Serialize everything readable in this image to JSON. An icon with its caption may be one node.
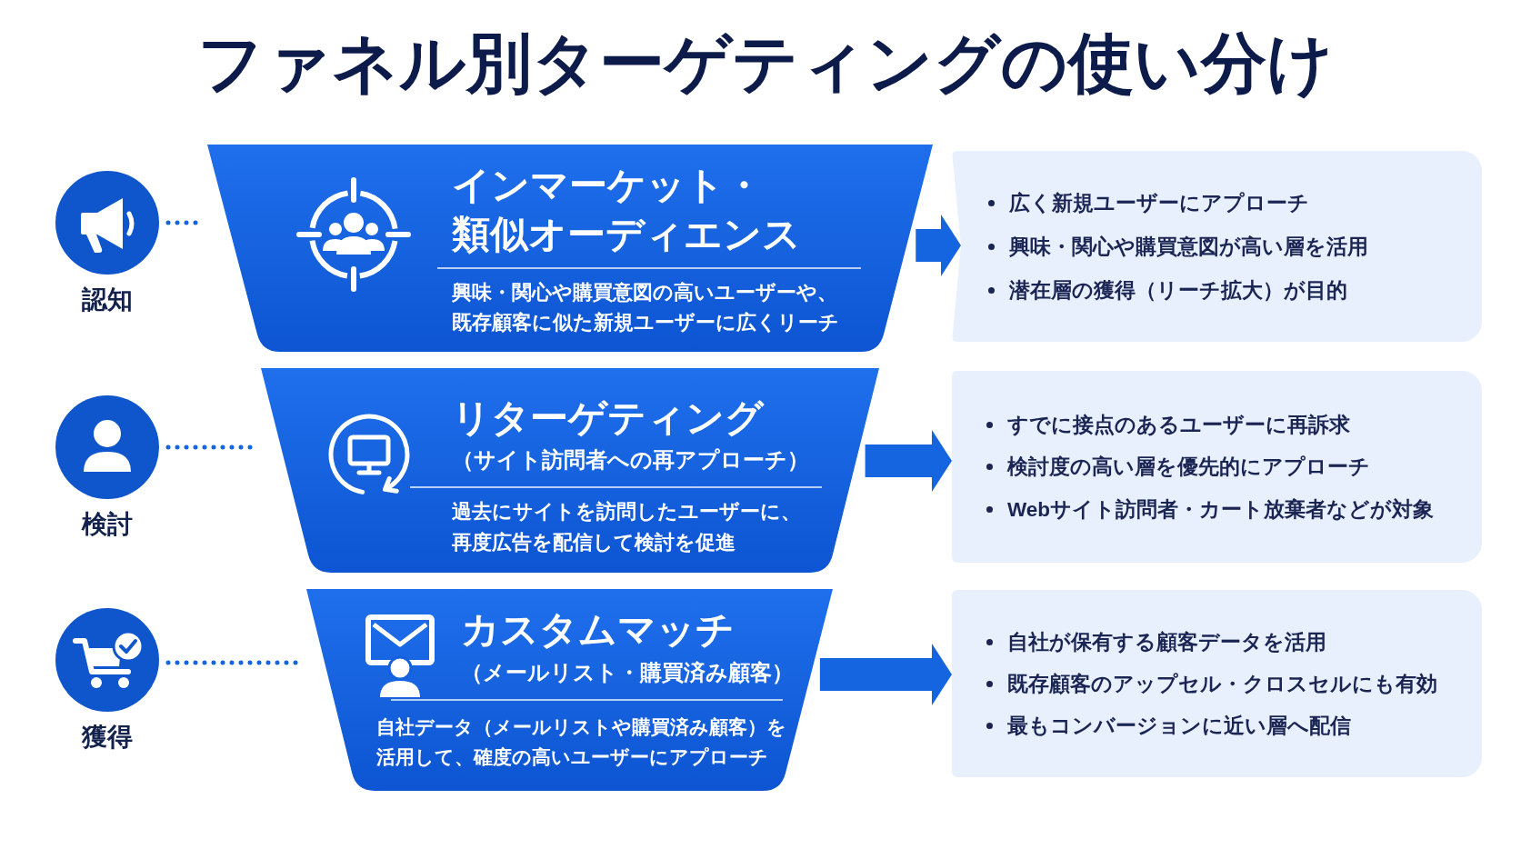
{
  "diagram": {
    "title": "ファネル別ターゲティングの使い分け",
    "nodes": [
      {
        "text": [
          "認知"
        ]
      },
      {
        "text": [
          "インマーケット・類似オーディエンス",
          "興味・関心や購買意図の高いユーザーや、既存顧客に似た新規ユーザーに広くリーチ"
        ]
      },
      {
        "text": [
          "広く新規ユーザーにアプローチ",
          "興味・関心や購買意図が高い層を活用",
          "潜在層の獲得（リーチ拡大）が目的"
        ]
      },
      {
        "text": [
          "検討"
        ]
      },
      {
        "text": [
          "リターゲティング",
          "（サイト訪問者への再アプローチ）",
          "過去にサイトを訪問したユーザーに、再度広告を配信して検討を促進"
        ]
      },
      {
        "text": [
          "すでに接点のあるユーザーに再訴求",
          "検討度の高い層を優先的にアプローチ",
          "Webサイト訪問者・カート放棄者などが対象"
        ]
      },
      {
        "text": [
          "獲得"
        ]
      },
      {
        "text": [
          "カスタムマッチ",
          "（メールリスト・購買済み顧客）",
          "自社データ（メールリストや購買済み顧客）を活用して、確度の高いユーザーにアプローチ"
        ]
      },
      {
        "text": [
          "自社が保有する顧客データを活用",
          "既存顧客のアップセル・クロスセルにも有効",
          "最もコンバージョンに近い層へ配信"
        ]
      }
    ],
    "edges": [
      {
        "from": 0,
        "to": 1,
        "arrow": "none",
        "style": "dashed"
      },
      {
        "from": 1,
        "to": 2,
        "arrow": "to",
        "style": "thick"
      },
      {
        "from": 3,
        "to": 4,
        "arrow": "none",
        "style": "dashed"
      },
      {
        "from": 4,
        "to": 5,
        "arrow": "to",
        "style": "thick"
      },
      {
        "from": 6,
        "to": 7,
        "arrow": "none",
        "style": "dashed"
      },
      {
        "from": 7,
        "to": 8,
        "arrow": "to",
        "style": "thick"
      }
    ]
  }
}
